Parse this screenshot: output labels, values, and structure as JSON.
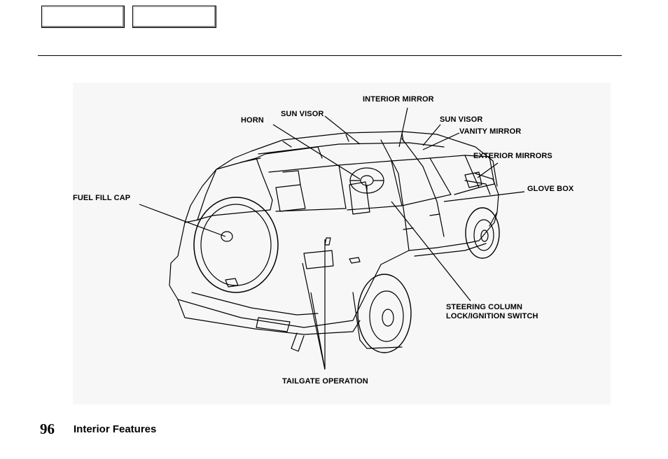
{
  "navigation": {
    "prev_label": "",
    "next_label": ""
  },
  "figure": {
    "callouts": {
      "interior_mirror": "INTERIOR MIRROR",
      "sun_visor_left": "SUN VISOR",
      "horn": "HORN",
      "sun_visor_right": "SUN VISOR",
      "vanity_mirror": "VANITY MIRROR",
      "exterior_mirrors": "EXTERIOR MIRRORS",
      "glove_box": "GLOVE BOX",
      "fuel_fill_cap": "FUEL FILL CAP",
      "steering_column_line1": "STEERING COLUMN",
      "steering_column_line2": "LOCK/IGNITION SWITCH",
      "tailgate_operation": "TAILGATE OPERATION"
    }
  },
  "footer": {
    "page_number": "96",
    "section_title": "Interior Features"
  }
}
